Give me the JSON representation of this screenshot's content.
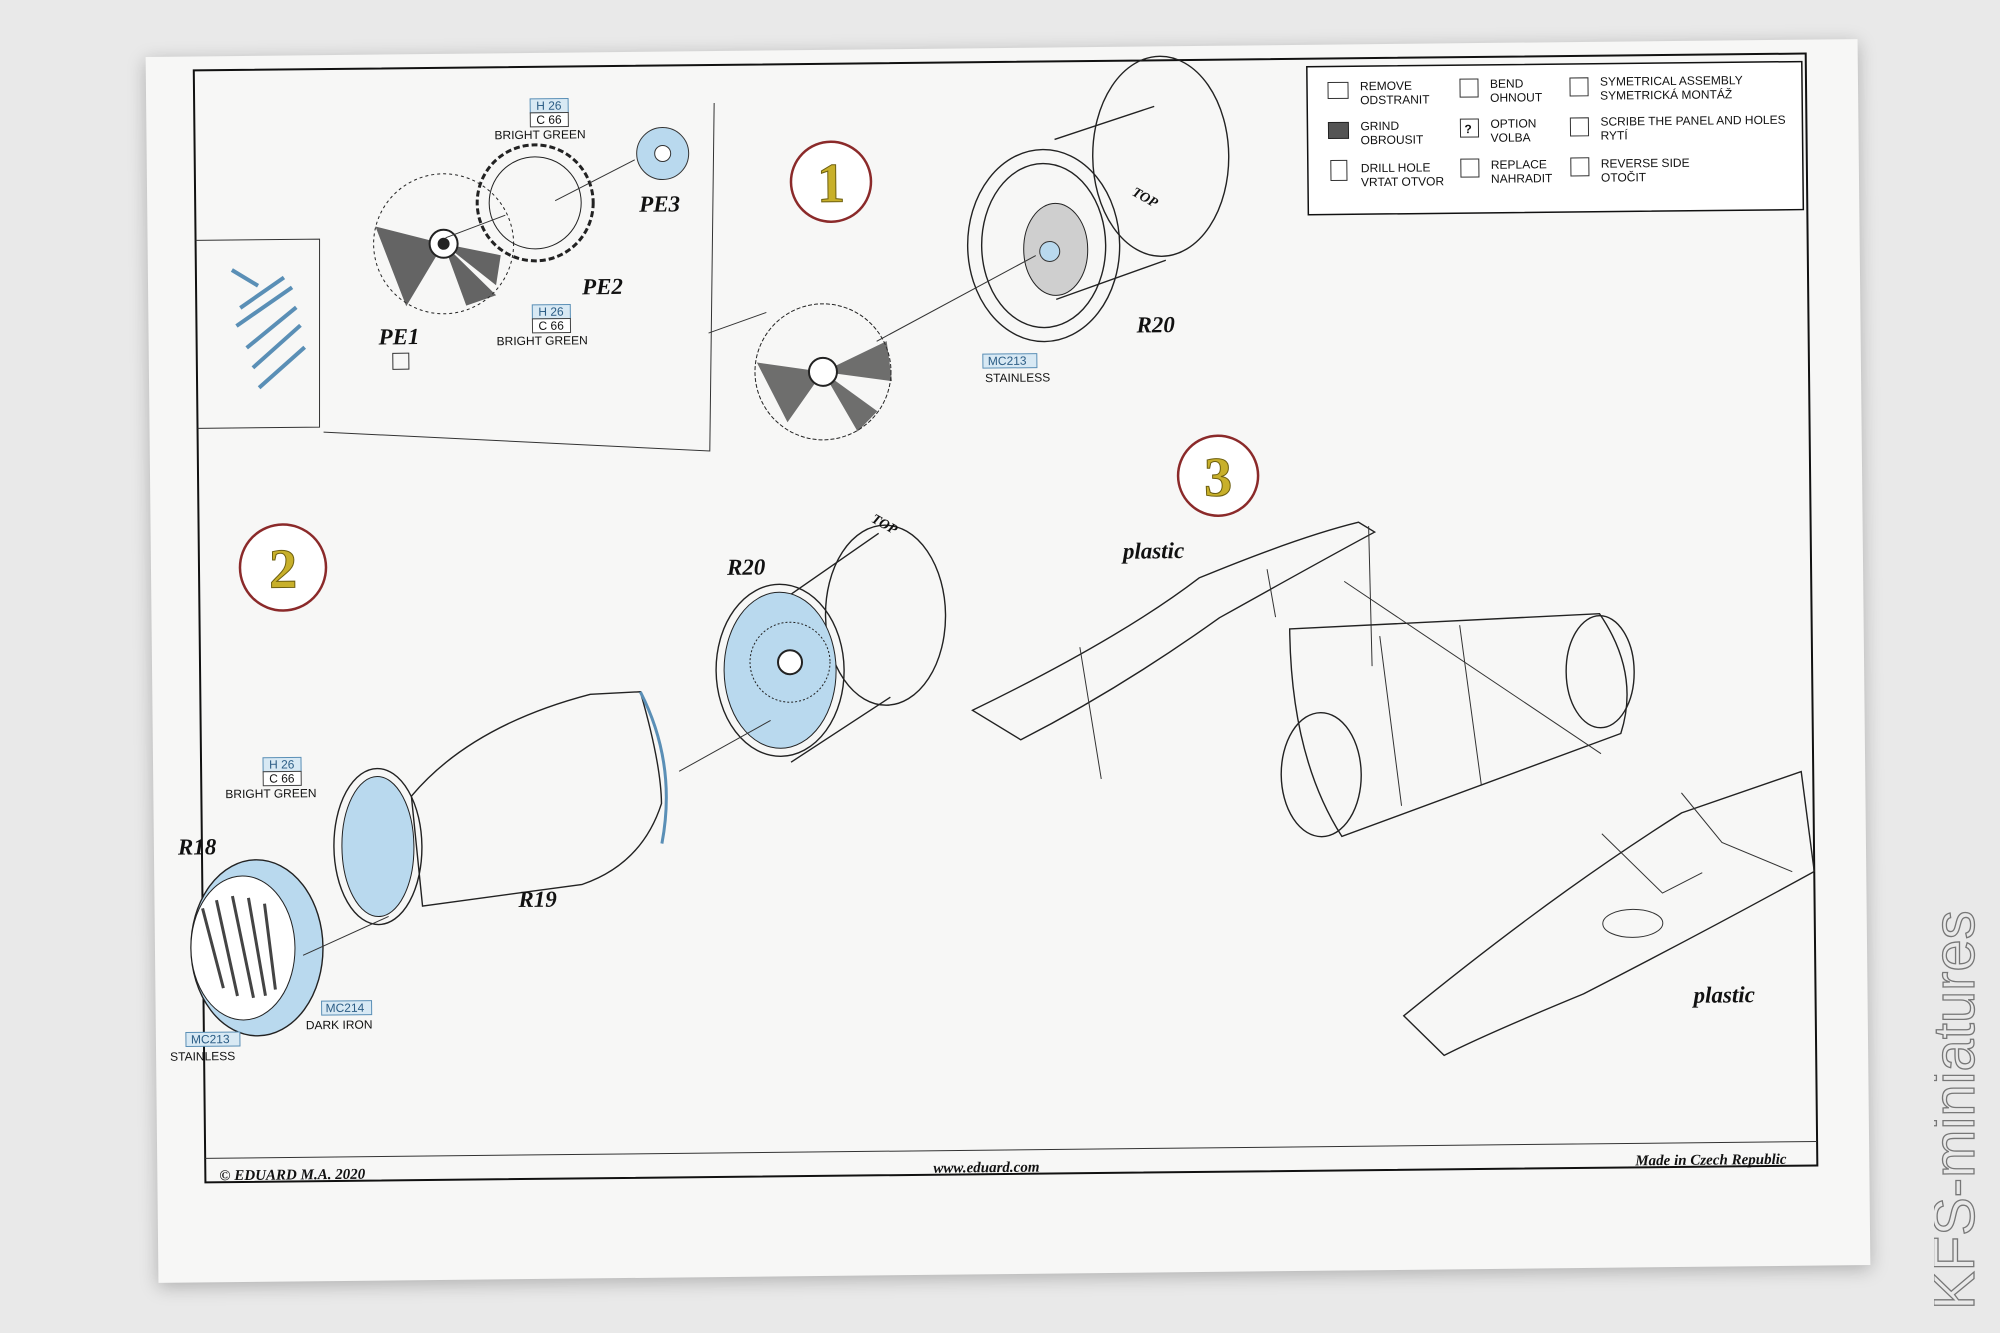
{
  "legend": [
    {
      "icon": "remove-icon",
      "line1": "REMOVE",
      "line2": "ODSTRANIT"
    },
    {
      "icon": "bend-icon",
      "line1": "BEND",
      "line2": "OHNOUT"
    },
    {
      "icon": "symmetrical-icon",
      "line1": "SYMETRICAL ASSEMBLY",
      "line2": "SYMETRICKÁ MONTÁŽ"
    },
    {
      "icon": "grind-icon",
      "line1": "GRIND",
      "line2": "OBROUSIT"
    },
    {
      "icon": "option-icon",
      "line1": "OPTION",
      "line2": "VOLBA"
    },
    {
      "icon": "scribe-icon",
      "line1": "SCRIBE THE PANEL AND HOLES",
      "line2": "RYTÍ"
    },
    {
      "icon": "drill-icon",
      "line1": "DRILL HOLE",
      "line2": "VRTAT OTVOR"
    },
    {
      "icon": "replace-icon",
      "line1": "REPLACE",
      "line2": "NAHRADIT"
    },
    {
      "icon": "reverse-icon",
      "line1": "REVERSE SIDE",
      "line2": "OTOČIT"
    }
  ],
  "steps": [
    "1",
    "2",
    "3"
  ],
  "parts": {
    "pe1": "PE1",
    "pe2": "PE2",
    "pe3": "PE3",
    "r18": "R18",
    "r19": "R19",
    "r20_a": "R20",
    "r20_b": "R20",
    "plastic_a": "plastic",
    "plastic_b": "plastic",
    "top_a": "TOP",
    "top_b": "TOP"
  },
  "paints": {
    "h26": "H 26",
    "c66": "C 66",
    "bright_green": "BRIGHT GREEN",
    "mc213": "MC213",
    "stainless": "STAINLESS",
    "mc214": "MC214",
    "dark_iron": "DARK IRON"
  },
  "footer": {
    "copyright": "© EDUARD  M.A. 2020",
    "website": "www.eduard.com",
    "made_in": "Made in Czech Republic"
  },
  "watermark": "KFS-miniatures",
  "colors": {
    "paint_box": "#d8e9f4",
    "step_circle": "#8b2a2a",
    "step_number": "#c8b02a",
    "paint_blue": "#b9d9ee"
  }
}
